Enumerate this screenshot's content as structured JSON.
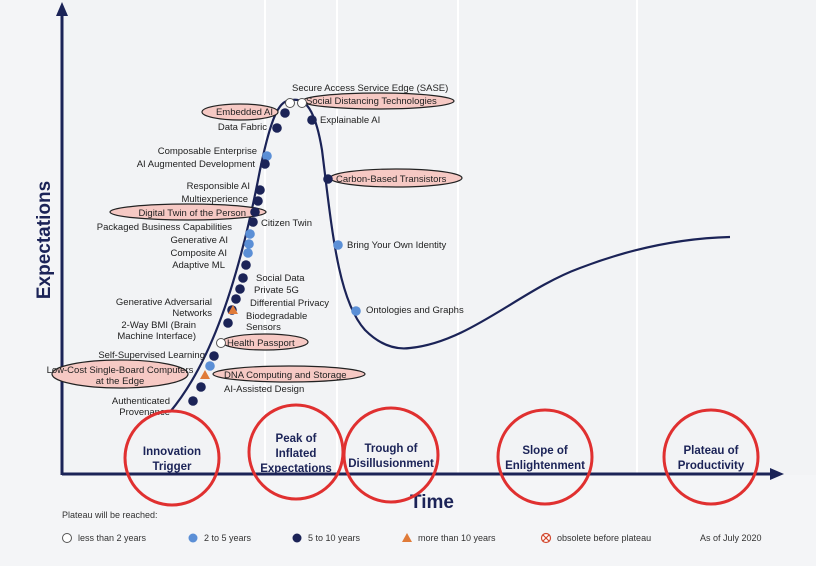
{
  "axes": {
    "y_label": "Expectations",
    "x_label": "Time"
  },
  "phases": [
    {
      "lines": [
        "Innovation",
        "Trigger"
      ]
    },
    {
      "lines": [
        "Peak of",
        "Inflated",
        "Expectations"
      ]
    },
    {
      "lines": [
        "Trough of",
        "Disillusionment"
      ]
    },
    {
      "lines": [
        "Slope of",
        "Enlightenment"
      ]
    },
    {
      "lines": [
        "Plateau of",
        "Productivity"
      ]
    }
  ],
  "technologies": [
    {
      "label": "Secure Access Service Edge (SASE)",
      "marker": "less than 2 years"
    },
    {
      "label": "Social Distancing Technologies",
      "marker": "less than 2 years",
      "highlighted": true
    },
    {
      "label": "Embedded AI",
      "marker": "5 to 10 years",
      "highlighted": true
    },
    {
      "label": "Explainable AI",
      "marker": "5 to 10 years"
    },
    {
      "label": "Data Fabric",
      "marker": "5 to 10 years"
    },
    {
      "label": "Composable Enterprise",
      "marker": "2 to 5 years"
    },
    {
      "label": "AI Augmented Development",
      "marker": "5 to 10 years"
    },
    {
      "label": "Carbon-Based Transistors",
      "marker": "5 to 10 years",
      "highlighted": true
    },
    {
      "label": "Responsible AI",
      "marker": "5 to 10 years"
    },
    {
      "label": "Multiexperience",
      "marker": "5 to 10 years"
    },
    {
      "label": "Digital Twin of the Person",
      "marker": "5 to 10 years",
      "highlighted": true
    },
    {
      "label": "Citizen Twin",
      "marker": "5 to 10 years"
    },
    {
      "label": "Packaged Business Capabilities",
      "marker": "2 to 5 years"
    },
    {
      "label": "Bring Your Own Identity",
      "marker": "2 to 5 years"
    },
    {
      "label": "Generative AI",
      "marker": "2 to 5 years"
    },
    {
      "label": "Composite AI",
      "marker": "2 to 5 years"
    },
    {
      "label": "Adaptive ML",
      "marker": "5 to 10 years"
    },
    {
      "label": "Social Data",
      "marker": "5 to 10 years"
    },
    {
      "label": "Private 5G",
      "marker": "5 to 10 years"
    },
    {
      "label": "Differential Privacy",
      "marker": "5 to 10 years"
    },
    {
      "label": "Ontologies and Graphs",
      "marker": "2 to 5 years"
    },
    {
      "label": "Generative Adversarial Networks",
      "marker": "5 to 10 years"
    },
    {
      "label": "Biodegradable Sensors",
      "marker": "more than 10 years"
    },
    {
      "label": "2-Way BMI (Brain Machine Interface)",
      "marker": "5 to 10 years"
    },
    {
      "label": "Health Passport",
      "marker": "less than 2 years",
      "highlighted": true
    },
    {
      "label": "Self-Supervised Learning",
      "marker": "5 to 10 years"
    },
    {
      "label": "Low-Cost Single-Board Computers at the Edge",
      "marker": "2 to 5 years",
      "highlighted": true
    },
    {
      "label": "DNA Computing and Storage",
      "marker": "more than 10 years",
      "highlighted": true
    },
    {
      "label": "AI-Assisted Design",
      "marker": "5 to 10 years"
    },
    {
      "label": "Authenticated Provenance",
      "marker": "5 to 10 years"
    }
  ],
  "legend": {
    "title": "Plateau will be reached:",
    "items": [
      {
        "label": "less than 2 years",
        "symbol": "open-circle"
      },
      {
        "label": "2 to 5 years",
        "symbol": "light-blue-dot"
      },
      {
        "label": "5 to 10 years",
        "symbol": "navy-dot"
      },
      {
        "label": "more than 10 years",
        "symbol": "orange-triangle"
      },
      {
        "label": "obsolete before plateau",
        "symbol": "crossed-circle"
      }
    ],
    "as_of": "As of July 2020"
  },
  "colors": {
    "curve": "#1b2357",
    "navy_dot": "#1b2357",
    "light_blue_dot": "#5b8fd6",
    "orange_triangle": "#e07b39",
    "highlight_fill": "#f6c9c4",
    "annotation_circle": "#e03030",
    "axis": "#1b2357"
  }
}
